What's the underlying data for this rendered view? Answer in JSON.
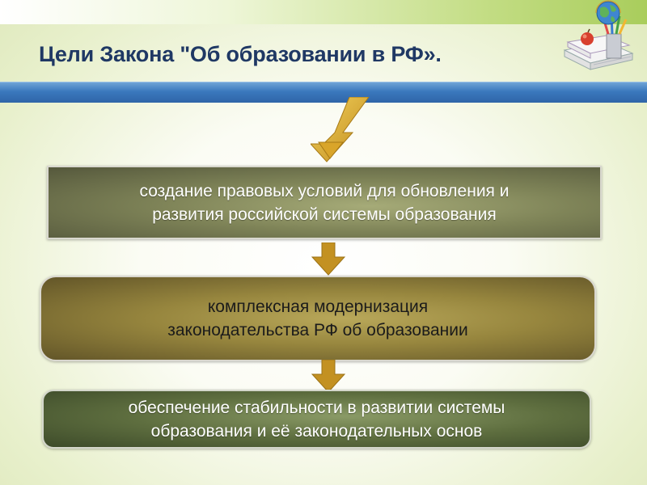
{
  "slide": {
    "title": "Цели Закона \"Об образовании в РФ».",
    "boxes": [
      {
        "text": "создание правовых условий для обновления и\nразвития российской системы образования"
      },
      {
        "text": "комплексная модернизация\nзаконодательства РФ об образовании"
      },
      {
        "text": "обеспечение стабильности в  развитии системы\nобразования и её законодательных основ"
      }
    ]
  },
  "colors": {
    "title": "#1f3864",
    "blue_bar": "#3a78bd",
    "arrow_gold": "#d4a32a",
    "box1": "#7f8458",
    "box2": "#97863e",
    "box3": "#5e6e3f"
  },
  "icons": {
    "decoration": "globe-books-apple-pencils-icon",
    "arrow": "down-arrow-icon"
  }
}
